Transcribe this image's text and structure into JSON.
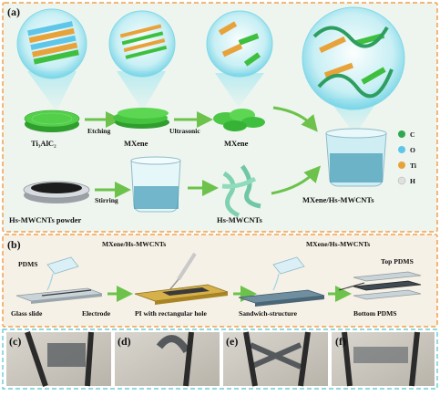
{
  "panel_a": {
    "tag": "(a)",
    "labels": {
      "ti3alc2": "Ti₃AlC₂",
      "etching": "Etching",
      "mxene1": "MXene",
      "ultrasonic": "Ultrasonic",
      "mxene2": "MXene",
      "powder": "Hs-MWCNTs powder",
      "stirring": "Stirring",
      "hs_mwcnts": "Hs-MWCNTs",
      "composite": "MXene/Hs-MWCNTs"
    },
    "legend": [
      {
        "symbol": "C",
        "color": "#2fa84f"
      },
      {
        "symbol": "O",
        "color": "#5ec6e8"
      },
      {
        "symbol": "Ti",
        "color": "#e8a23a"
      },
      {
        "symbol": "H",
        "color": "#e0e0e0"
      }
    ]
  },
  "panel_b": {
    "tag": "(b)",
    "labels": {
      "pdms": "PDMS",
      "glass_slide": "Glass slide",
      "electrode": "Electrode",
      "mxene_top1": "MXene/Hs-MWCNTs",
      "pi_hole": "PI with rectangular hole",
      "sandwich": "Sandwich-structure",
      "mxene_top2": "MXene/Hs-MWCNTs",
      "top_pdms": "Top PDMS",
      "bottom_pdms": "Bottom PDMS"
    }
  },
  "photos": [
    {
      "tag": "(c)"
    },
    {
      "tag": "(d)"
    },
    {
      "tag": "(e)"
    },
    {
      "tag": "(f)"
    }
  ],
  "colors": {
    "panel_a_bg": "#eef5ef",
    "panel_b_bg": "#f6f1e6",
    "dashed_orange": "#f0a04b",
    "dashed_teal": "#4fc3c8",
    "arrow_green": "#6cc24a",
    "mxene_green": "#3fbf3f",
    "bubble_cyan": "#7fd8e8"
  }
}
